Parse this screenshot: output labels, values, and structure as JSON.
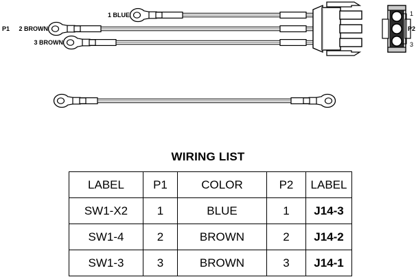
{
  "diagram": {
    "left_connector_label": "P1",
    "right_connector_label": "P2",
    "wires": [
      {
        "pin": "1",
        "color": "BLUE",
        "callout": "1  BLUE"
      },
      {
        "pin": "2",
        "color": "BROWN",
        "callout": "2  BROWN"
      },
      {
        "pin": "3",
        "color": "BROWN",
        "callout": "3  BROWN"
      }
    ],
    "p2_pins": [
      "1",
      "2",
      "3"
    ],
    "p2_pin_top": "1",
    "p2_pin_bottom": "3",
    "icons": {
      "ring_terminal": "ring-terminal-icon",
      "connector_housing": "connector-housing-icon",
      "connector_receptacle": "connector-receptacle-icon"
    }
  },
  "wiring_list": {
    "title": "WIRING LIST",
    "headers": [
      "LABEL",
      "P1",
      "COLOR",
      "P2",
      "LABEL"
    ],
    "rows": [
      {
        "label1": "SW1-X2",
        "p1": "1",
        "color": "BLUE",
        "p2": "1",
        "label2": "J14-3"
      },
      {
        "label1": "SW1-4",
        "p1": "2",
        "color": "BROWN",
        "p2": "2",
        "label2": "J14-2"
      },
      {
        "label1": "SW1-3",
        "p1": "3",
        "color": "BROWN",
        "p2": "3",
        "label2": "J14-1"
      }
    ]
  },
  "colors": {
    "line": "#000000",
    "fill": "#ffffff",
    "shade": "#9a9a9a",
    "background": "#ffffff"
  }
}
